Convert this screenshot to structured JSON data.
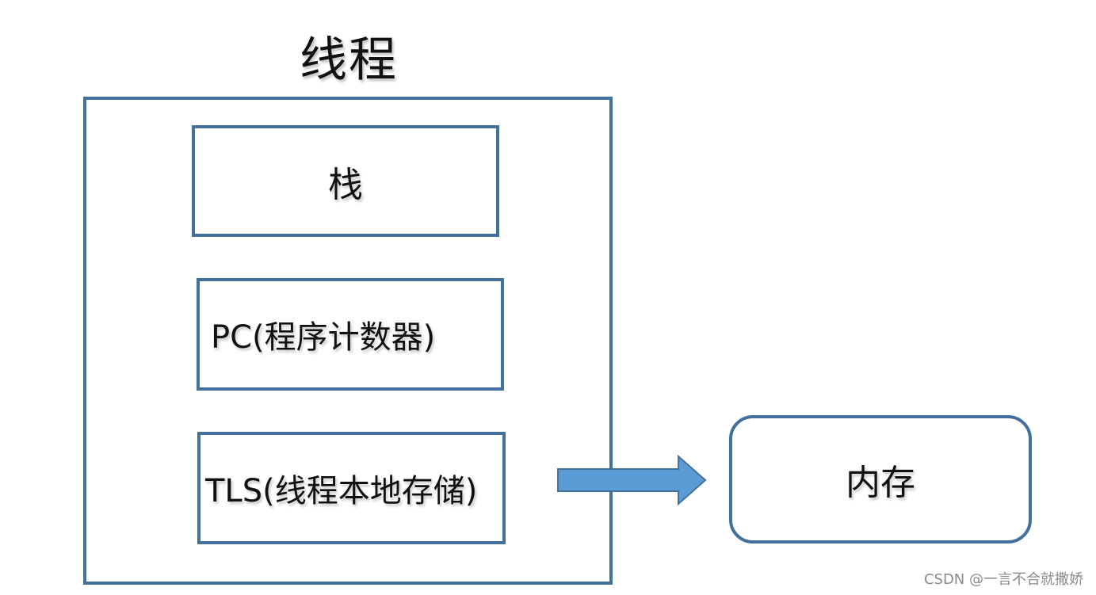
{
  "title": "线程",
  "boxes": {
    "stack": "栈",
    "pc": "PC(程序计数器)",
    "tls": "TLS(线程本地存储)"
  },
  "memory": "内存",
  "watermark": "CSDN @一言不合就撒娇",
  "colors": {
    "border": "#41709c",
    "arrow": "#5b9bd5",
    "arrow_border": "#41719c",
    "text": "#111111"
  }
}
